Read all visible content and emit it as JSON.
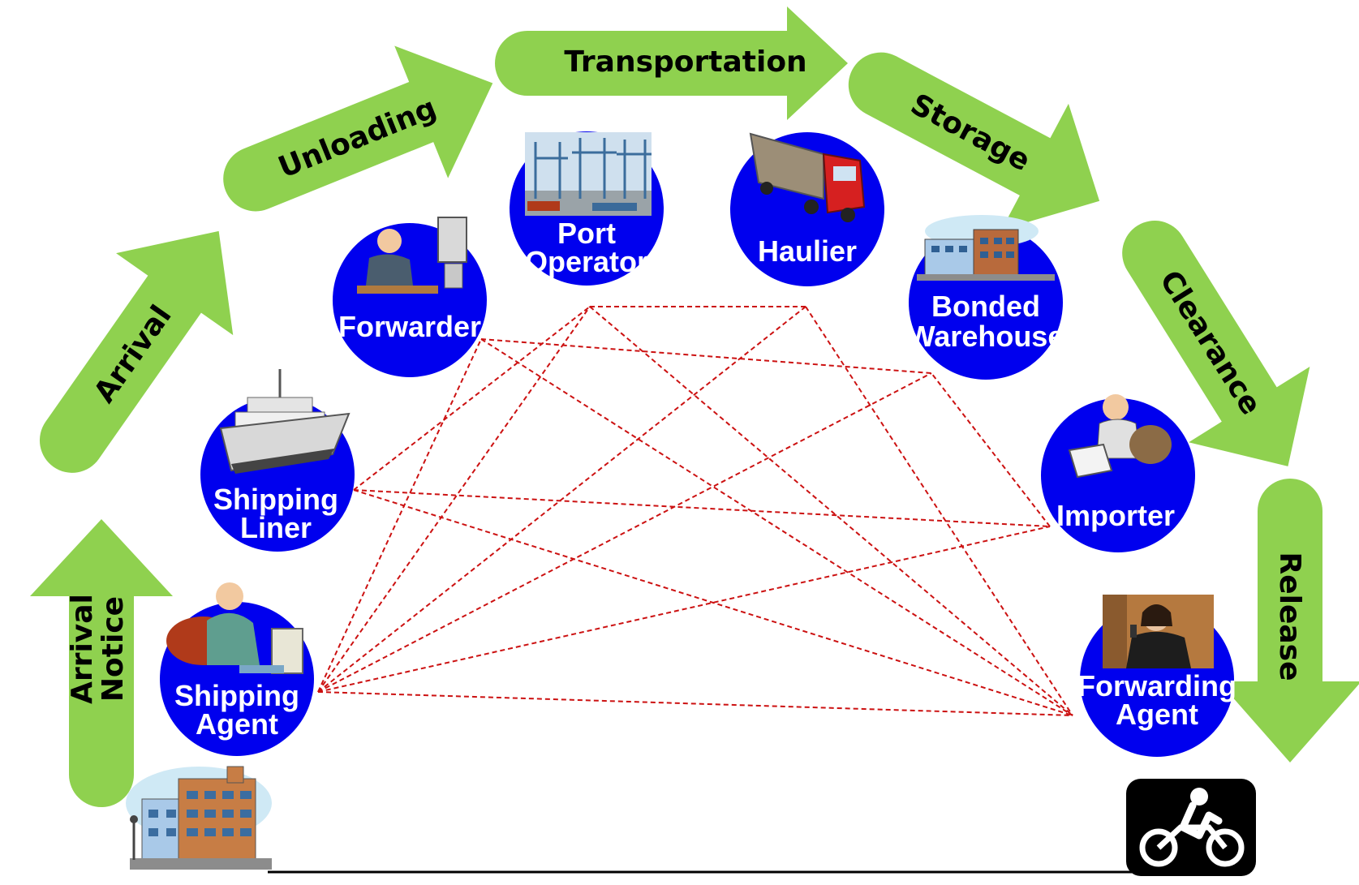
{
  "colors": {
    "arrow_fill": "#8fd14f",
    "node_fill": "#0000ee",
    "node_text": "#ffffff",
    "connector": "#cc1111",
    "arrow_text": "#000000"
  },
  "stages": [
    {
      "id": "arrival-notice",
      "lines": [
        "Arrival",
        "Notice"
      ]
    },
    {
      "id": "arrival",
      "lines": [
        "Arrival"
      ]
    },
    {
      "id": "unloading",
      "lines": [
        "Unloading"
      ]
    },
    {
      "id": "transportation",
      "lines": [
        "Transportation"
      ]
    },
    {
      "id": "storage",
      "lines": [
        "Storage"
      ]
    },
    {
      "id": "clearance",
      "lines": [
        "Clearance"
      ]
    },
    {
      "id": "release",
      "lines": [
        "Release"
      ]
    }
  ],
  "actors": [
    {
      "id": "shipping-agent",
      "lines": [
        "Shipping",
        "Agent"
      ],
      "icon": "agent-at-desk-icon"
    },
    {
      "id": "shipping-liner",
      "lines": [
        "Shipping",
        "Liner"
      ],
      "icon": "ship-icon"
    },
    {
      "id": "forwarder",
      "lines": [
        "Forwarder"
      ],
      "icon": "office-worker-icon"
    },
    {
      "id": "port-operator",
      "lines": [
        "Port",
        "Operator"
      ],
      "icon": "port-cranes-photo"
    },
    {
      "id": "haulier",
      "lines": [
        "Haulier"
      ],
      "icon": "truck-icon"
    },
    {
      "id": "bonded-warehouse",
      "lines": [
        "Bonded",
        "Warehouse"
      ],
      "icon": "warehouse-icon"
    },
    {
      "id": "importer",
      "lines": [
        "Importer"
      ],
      "icon": "businessman-laptop-icon"
    },
    {
      "id": "forwarding-agent",
      "lines": [
        "Forwarding",
        "Agent"
      ],
      "icon": "woman-on-phone-photo"
    }
  ],
  "start_icon": "office-building-icon",
  "end_icon": "motorcycle-icon",
  "connections": [
    [
      "shipping-agent",
      "port-operator"
    ],
    [
      "shipping-agent",
      "haulier"
    ],
    [
      "shipping-agent",
      "bonded-warehouse"
    ],
    [
      "shipping-agent",
      "importer"
    ],
    [
      "shipping-agent",
      "forwarder"
    ],
    [
      "shipping-agent",
      "forwarding-agent"
    ],
    [
      "shipping-liner",
      "port-operator"
    ],
    [
      "shipping-liner",
      "importer"
    ],
    [
      "shipping-liner",
      "forwarding-agent"
    ],
    [
      "forwarder",
      "bonded-warehouse"
    ],
    [
      "forwarder",
      "forwarding-agent"
    ],
    [
      "port-operator",
      "haulier"
    ],
    [
      "port-operator",
      "forwarding-agent"
    ],
    [
      "haulier",
      "forwarding-agent"
    ],
    [
      "importer",
      "bonded-warehouse"
    ]
  ]
}
